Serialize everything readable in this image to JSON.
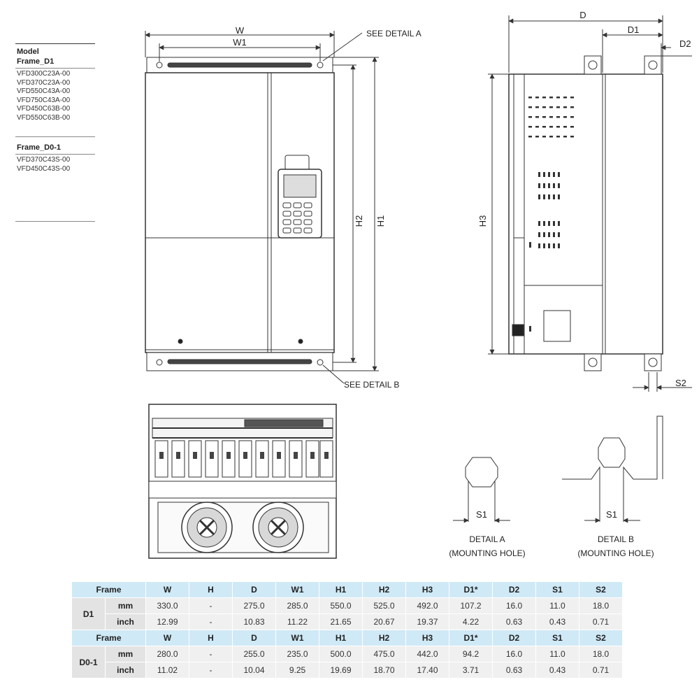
{
  "models": {
    "label1": "Model",
    "label2": "Frame_D1",
    "d1_list": [
      "VFD300C23A-00",
      "VFD370C23A-00",
      "VFD550C43A-00",
      "VFD750C43A-00",
      "VFD450C63B-00",
      "VFD550C63B-00"
    ],
    "d01_label": "Frame_D0-1",
    "d01_list": [
      "VFD370C43S-00",
      "VFD450C43S-00"
    ]
  },
  "drawing": {
    "w": "W",
    "w1": "W1",
    "h1": "H1",
    "h2": "H2",
    "h3": "H3",
    "d": "D",
    "d1": "D1",
    "d2": "D2",
    "s1": "S1",
    "s2": "S2",
    "see_a": "SEE DETAIL A",
    "see_b": "SEE DETAIL B",
    "detail_a": "DETAIL A",
    "detail_b": "DETAIL B",
    "mounting": "(MOUNTING HOLE)"
  },
  "table": {
    "frame_label": "Frame",
    "columns": [
      "W",
      "H",
      "D",
      "W1",
      "H1",
      "H2",
      "H3",
      "D1*",
      "D2",
      "S1",
      "S2"
    ],
    "frames": [
      {
        "name": "D1",
        "rows": [
          {
            "unit": "mm",
            "values": [
              "330.0",
              "-",
              "275.0",
              "285.0",
              "550.0",
              "525.0",
              "492.0",
              "107.2",
              "16.0",
              "11.0",
              "18.0"
            ]
          },
          {
            "unit": "inch",
            "values": [
              "12.99",
              "-",
              "10.83",
              "11.22",
              "21.65",
              "20.67",
              "19.37",
              "4.22",
              "0.63",
              "0.43",
              "0.71"
            ]
          }
        ]
      },
      {
        "name": "D0-1",
        "rows": [
          {
            "unit": "mm",
            "values": [
              "280.0",
              "-",
              "255.0",
              "235.0",
              "500.0",
              "475.0",
              "442.0",
              "94.2",
              "16.0",
              "11.0",
              "18.0"
            ]
          },
          {
            "unit": "inch",
            "values": [
              "11.02",
              "-",
              "10.04",
              "9.25",
              "19.69",
              "18.70",
              "17.40",
              "3.71",
              "0.63",
              "0.43",
              "0.71"
            ]
          }
        ]
      }
    ]
  }
}
